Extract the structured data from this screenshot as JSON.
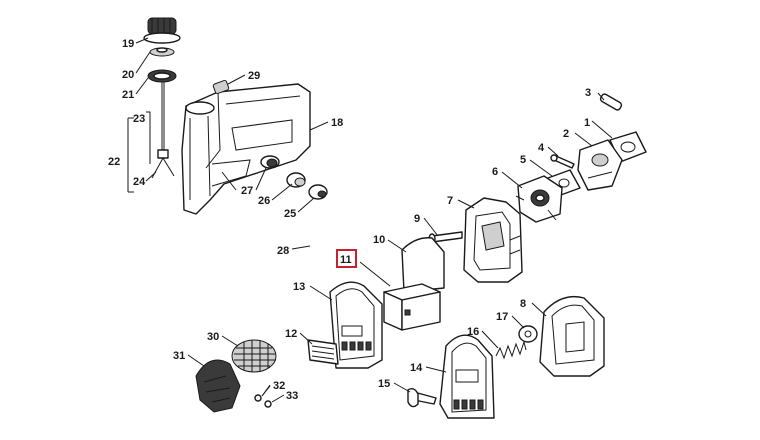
{
  "highlight_color": "#c8202f",
  "highlighted_label": "11",
  "labels": {
    "p1": "1",
    "p2": "2",
    "p3": "3",
    "p4": "4",
    "p5": "5",
    "p6": "6",
    "p7": "7",
    "p8": "8",
    "p9": "9",
    "p10": "10",
    "p11": "11",
    "p12": "12",
    "p13": "13",
    "p14": "14",
    "p15": "15",
    "p16": "16",
    "p17": "17",
    "p18": "18",
    "p19": "19",
    "p20": "20",
    "p21": "21",
    "p22": "22",
    "p23": "23",
    "p24": "24",
    "p25": "25",
    "p26": "26",
    "p27": "27",
    "p28": "28",
    "p29": "29",
    "p30": "30",
    "p31": "31",
    "p32": "32",
    "p33": "33"
  }
}
